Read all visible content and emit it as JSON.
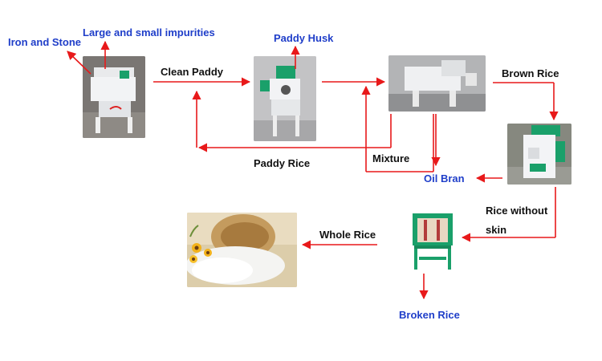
{
  "labels": {
    "iron_stone": "Iron and Stone",
    "large_small_impurities": "Large and small impurities",
    "paddy_husk": "Paddy Husk",
    "clean_paddy": "Clean Paddy",
    "brown_rice": "Brown Rice",
    "paddy_rice": "Paddy Rice",
    "mixture": "Mixture",
    "oil_bran": "Oil Bran",
    "rice_without_skin_line1": "Rice without",
    "rice_without_skin_line2": "skin",
    "whole_rice": "Whole Rice",
    "broken_rice": "Broken Rice"
  },
  "colors": {
    "arrow": "#e8191a",
    "blue_label": "#1f3ec9",
    "black_label": "#111111",
    "machine_green": "#1aa06a"
  }
}
